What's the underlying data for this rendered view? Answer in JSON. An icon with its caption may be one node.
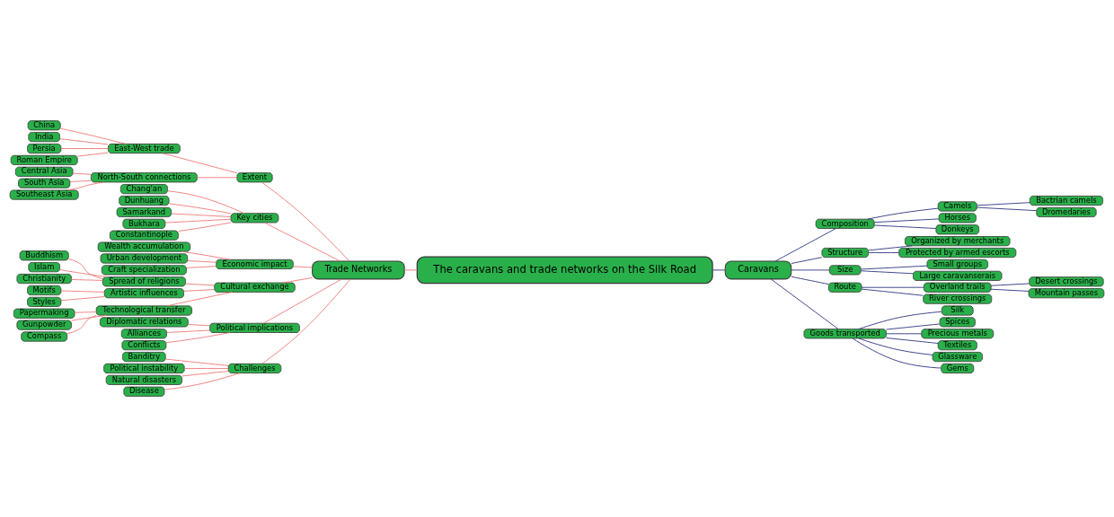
{
  "diagram": {
    "nodes": [
      {
        "text": [
          "The caravans and trade networks on the Silk Road"
        ]
      },
      {
        "text": [
          "Trade Networks"
        ]
      },
      {
        "text": [
          "Extent"
        ]
      },
      {
        "text": [
          "East-West trade"
        ]
      },
      {
        "text": [
          "China"
        ]
      },
      {
        "text": [
          "India"
        ]
      },
      {
        "text": [
          "Persia"
        ]
      },
      {
        "text": [
          "Roman Empire"
        ]
      },
      {
        "text": [
          "North-South connections"
        ]
      },
      {
        "text": [
          "Central Asia"
        ]
      },
      {
        "text": [
          "South Asia"
        ]
      },
      {
        "text": [
          "Southeast Asia"
        ]
      },
      {
        "text": [
          "Key cities"
        ]
      },
      {
        "text": [
          "Chang'an"
        ]
      },
      {
        "text": [
          "Dunhuang"
        ]
      },
      {
        "text": [
          "Samarkand"
        ]
      },
      {
        "text": [
          "Bukhara"
        ]
      },
      {
        "text": [
          "Constantinople"
        ]
      },
      {
        "text": [
          "Economic impact"
        ]
      },
      {
        "text": [
          "Wealth accumulation"
        ]
      },
      {
        "text": [
          "Urban development"
        ]
      },
      {
        "text": [
          "Craft specialization"
        ]
      },
      {
        "text": [
          "Cultural exchange"
        ]
      },
      {
        "text": [
          "Spread of religions"
        ]
      },
      {
        "text": [
          "Buddhism"
        ]
      },
      {
        "text": [
          "Islam"
        ]
      },
      {
        "text": [
          "Christianity"
        ]
      },
      {
        "text": [
          "Artistic influences"
        ]
      },
      {
        "text": [
          "Motifs"
        ]
      },
      {
        "text": [
          "Styles"
        ]
      },
      {
        "text": [
          "Technological transfer"
        ]
      },
      {
        "text": [
          "Papermaking"
        ]
      },
      {
        "text": [
          "Gunpowder"
        ]
      },
      {
        "text": [
          "Compass"
        ]
      },
      {
        "text": [
          "Political implications"
        ]
      },
      {
        "text": [
          "Diplomatic relations"
        ]
      },
      {
        "text": [
          "Alliances"
        ]
      },
      {
        "text": [
          "Conflicts"
        ]
      },
      {
        "text": [
          "Challenges"
        ]
      },
      {
        "text": [
          "Banditry"
        ]
      },
      {
        "text": [
          "Political instability"
        ]
      },
      {
        "text": [
          "Natural disasters"
        ]
      },
      {
        "text": [
          "Disease"
        ]
      },
      {
        "text": [
          "Caravans"
        ]
      },
      {
        "text": [
          "Composition"
        ]
      },
      {
        "text": [
          "Camels"
        ]
      },
      {
        "text": [
          "Bactrian camels"
        ]
      },
      {
        "text": [
          "Dromedaries"
        ]
      },
      {
        "text": [
          "Horses"
        ]
      },
      {
        "text": [
          "Donkeys"
        ]
      },
      {
        "text": [
          "Structure"
        ]
      },
      {
        "text": [
          "Organized by merchants"
        ]
      },
      {
        "text": [
          "Protected by armed escorts"
        ]
      },
      {
        "text": [
          "Size"
        ]
      },
      {
        "text": [
          "Small groups"
        ]
      },
      {
        "text": [
          "Large caravanserais"
        ]
      },
      {
        "text": [
          "Route"
        ]
      },
      {
        "text": [
          "Overland trails"
        ]
      },
      {
        "text": [
          "Desert crossings"
        ]
      },
      {
        "text": [
          "Mountain passes"
        ]
      },
      {
        "text": [
          "River crossings"
        ]
      },
      {
        "text": [
          "Goods transported"
        ]
      },
      {
        "text": [
          "Silk"
        ]
      },
      {
        "text": [
          "Spices"
        ]
      },
      {
        "text": [
          "Precious metals"
        ]
      },
      {
        "text": [
          "Textiles"
        ]
      },
      {
        "text": [
          "Glassware"
        ]
      },
      {
        "text": [
          "Gems"
        ]
      }
    ],
    "edges": [
      {
        "from": 0,
        "to": 1,
        "arrow": "none"
      },
      {
        "from": 1,
        "to": 2,
        "arrow": "none"
      },
      {
        "from": 2,
        "to": 3,
        "arrow": "none"
      },
      {
        "from": 3,
        "to": 4,
        "arrow": "none"
      },
      {
        "from": 3,
        "to": 5,
        "arrow": "none"
      },
      {
        "from": 3,
        "to": 6,
        "arrow": "none"
      },
      {
        "from": 3,
        "to": 7,
        "arrow": "none"
      },
      {
        "from": 2,
        "to": 8,
        "arrow": "none"
      },
      {
        "from": 8,
        "to": 9,
        "arrow": "none"
      },
      {
        "from": 8,
        "to": 10,
        "arrow": "none"
      },
      {
        "from": 8,
        "to": 11,
        "arrow": "none"
      },
      {
        "from": 1,
        "to": 12,
        "arrow": "none"
      },
      {
        "from": 12,
        "to": 13,
        "arrow": "none"
      },
      {
        "from": 12,
        "to": 14,
        "arrow": "none"
      },
      {
        "from": 12,
        "to": 15,
        "arrow": "none"
      },
      {
        "from": 12,
        "to": 16,
        "arrow": "none"
      },
      {
        "from": 12,
        "to": 17,
        "arrow": "none"
      },
      {
        "from": 1,
        "to": 18,
        "arrow": "none"
      },
      {
        "from": 18,
        "to": 19,
        "arrow": "none"
      },
      {
        "from": 18,
        "to": 20,
        "arrow": "none"
      },
      {
        "from": 18,
        "to": 21,
        "arrow": "none"
      },
      {
        "from": 1,
        "to": 22,
        "arrow": "none"
      },
      {
        "from": 22,
        "to": 23,
        "arrow": "none"
      },
      {
        "from": 23,
        "to": 24,
        "arrow": "none"
      },
      {
        "from": 23,
        "to": 25,
        "arrow": "none"
      },
      {
        "from": 23,
        "to": 26,
        "arrow": "none"
      },
      {
        "from": 22,
        "to": 27,
        "arrow": "none"
      },
      {
        "from": 27,
        "to": 28,
        "arrow": "none"
      },
      {
        "from": 27,
        "to": 29,
        "arrow": "none"
      },
      {
        "from": 22,
        "to": 30,
        "arrow": "none"
      },
      {
        "from": 30,
        "to": 31,
        "arrow": "none"
      },
      {
        "from": 30,
        "to": 32,
        "arrow": "none"
      },
      {
        "from": 30,
        "to": 33,
        "arrow": "none"
      },
      {
        "from": 1,
        "to": 34,
        "arrow": "none"
      },
      {
        "from": 34,
        "to": 35,
        "arrow": "none"
      },
      {
        "from": 34,
        "to": 36,
        "arrow": "none"
      },
      {
        "from": 34,
        "to": 37,
        "arrow": "none"
      },
      {
        "from": 1,
        "to": 38,
        "arrow": "none"
      },
      {
        "from": 38,
        "to": 39,
        "arrow": "none"
      },
      {
        "from": 38,
        "to": 40,
        "arrow": "none"
      },
      {
        "from": 38,
        "to": 41,
        "arrow": "none"
      },
      {
        "from": 38,
        "to": 42,
        "arrow": "none"
      },
      {
        "from": 0,
        "to": 43,
        "arrow": "none",
        "color": "#2e3580"
      },
      {
        "from": 43,
        "to": 44,
        "arrow": "none",
        "color": "#2e3580"
      },
      {
        "from": 44,
        "to": 45,
        "arrow": "none",
        "color": "#2e3580"
      },
      {
        "from": 45,
        "to": 46,
        "arrow": "none",
        "color": "#2e3580"
      },
      {
        "from": 45,
        "to": 47,
        "arrow": "none",
        "color": "#2e3580"
      },
      {
        "from": 44,
        "to": 48,
        "arrow": "none",
        "color": "#2e3580"
      },
      {
        "from": 44,
        "to": 49,
        "arrow": "none",
        "color": "#2e3580"
      },
      {
        "from": 43,
        "to": 50,
        "arrow": "none",
        "color": "#2e3580"
      },
      {
        "from": 50,
        "to": 51,
        "arrow": "none",
        "color": "#2e3580"
      },
      {
        "from": 50,
        "to": 52,
        "arrow": "none",
        "color": "#2e3580"
      },
      {
        "from": 43,
        "to": 53,
        "arrow": "none",
        "color": "#2e3580"
      },
      {
        "from": 53,
        "to": 54,
        "arrow": "none",
        "color": "#2e3580"
      },
      {
        "from": 53,
        "to": 55,
        "arrow": "none",
        "color": "#2e3580"
      },
      {
        "from": 43,
        "to": 56,
        "arrow": "none",
        "color": "#2e3580"
      },
      {
        "from": 56,
        "to": 57,
        "arrow": "none",
        "color": "#2e3580"
      },
      {
        "from": 57,
        "to": 58,
        "arrow": "none",
        "color": "#2e3580"
      },
      {
        "from": 57,
        "to": 59,
        "arrow": "none",
        "color": "#2e3580"
      },
      {
        "from": 56,
        "to": 60,
        "arrow": "none",
        "color": "#2e3580"
      },
      {
        "from": 43,
        "to": 61,
        "arrow": "none",
        "color": "#2e3580"
      },
      {
        "from": 61,
        "to": 62,
        "arrow": "none",
        "color": "#2e3580"
      },
      {
        "from": 61,
        "to": 63,
        "arrow": "none",
        "color": "#2e3580"
      },
      {
        "from": 61,
        "to": 64,
        "arrow": "none",
        "color": "#2e3580"
      },
      {
        "from": 61,
        "to": 65,
        "arrow": "none",
        "color": "#2e3580"
      },
      {
        "from": 61,
        "to": 66,
        "arrow": "none",
        "color": "#2e3580"
      },
      {
        "from": 61,
        "to": 67,
        "arrow": "none",
        "color": "#2e3580"
      }
    ]
  }
}
